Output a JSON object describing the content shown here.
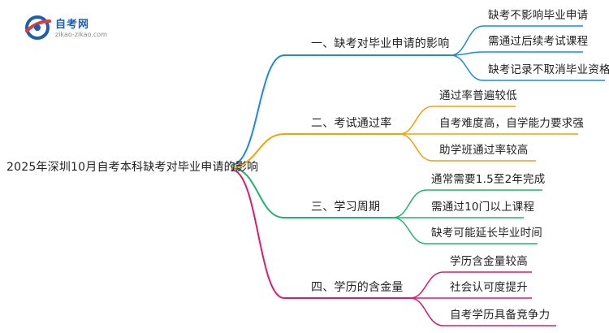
{
  "logo": {
    "name": "自考网",
    "url": "zikao-zikao.com"
  },
  "mindmap": {
    "root": "2025年深圳10月自考本科缺考对毕业申请的影响",
    "branches": [
      {
        "label": "一、缺考对毕业申请的影响",
        "color": "#1e88e5",
        "leaves": [
          "缺考不影响毕业申请",
          "需通过后续考试课程",
          "缺考记录不取消毕业资格"
        ]
      },
      {
        "label": "二、考试通过率",
        "color": "#f0a30a",
        "leaves": [
          "通过率普遍较低",
          "自考难度高，自学能力要求强",
          "助学班通过率较高"
        ]
      },
      {
        "label": "三、学习周期",
        "color": "#26b36b",
        "leaves": [
          "通常需要1.5至2年完成",
          "需通过10门以上课程",
          "缺考可能延长毕业时间"
        ]
      },
      {
        "label": "四、学历的含金量",
        "color": "#e0196b",
        "leaves": [
          "学历含金量较高",
          "社会认可度提升",
          "自考学历具备竞争力"
        ]
      }
    ]
  }
}
